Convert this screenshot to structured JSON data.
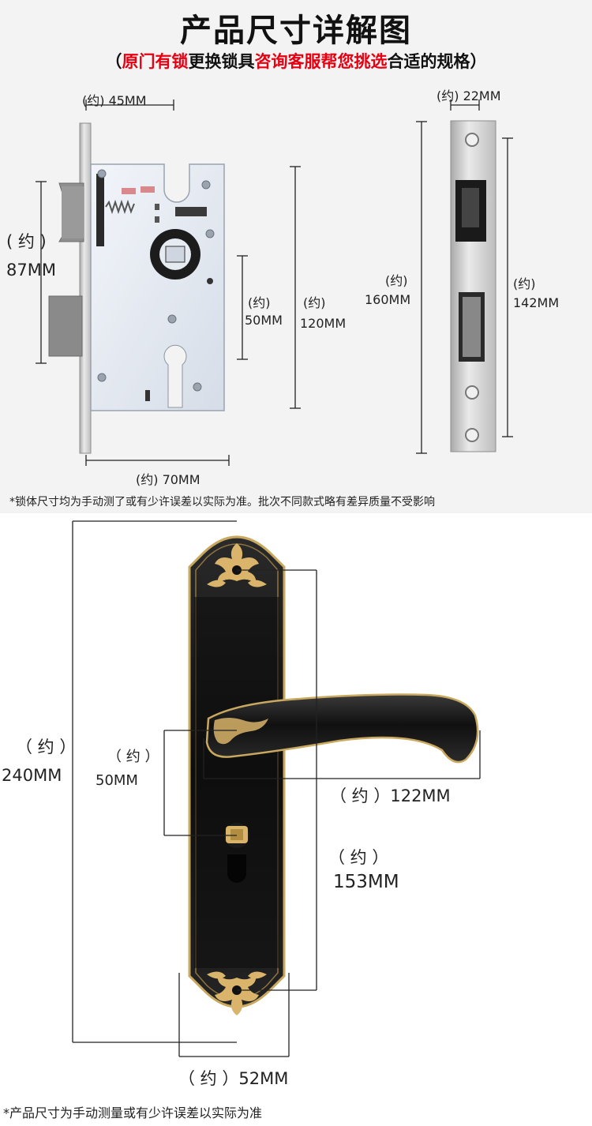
{
  "title": "产品尺寸详解图",
  "subtitle": {
    "open": "（",
    "part1": "原门有锁",
    "part2": "更换锁具",
    "part3": "咨询客服帮您挑选",
    "part4": "合适的规格",
    "close": "）"
  },
  "lock_body": {
    "width_45": "(约) 45MM",
    "left_approx": "( 约 )",
    "left_87": "87MM",
    "mid_approx": "(约)",
    "mid_50": "50MM",
    "right_approx": "(约)",
    "right_120": "120MM",
    "bottom_70": "(约) 70MM"
  },
  "strike_plate": {
    "top_22": "(约)  22MM",
    "left_approx": "(约)",
    "left_160": "160MM",
    "right_approx": "(约)",
    "right_142": "142MM"
  },
  "note_top": "*锁体尺寸均为手动测了或有少许误差以实际为准。批次不同款式略有差异质量不受影响",
  "handle": {
    "h240_approx": "（ 约 ）",
    "h240": "240MM",
    "c50_approx": "（ 约 ）",
    "c50": "50MM",
    "l122": "（ 约 ）122MM",
    "h153_approx": "（ 约 ）",
    "h153": "153MM",
    "w52": "（ 约 ）52MM"
  },
  "note_bottom": "*产品尺寸为手动测量或有少许误差以实际为准",
  "colors": {
    "accent": "#e60012",
    "gold": "#d9b46a",
    "handle_black": "#151515",
    "lock_plate": "#e8edf5"
  }
}
